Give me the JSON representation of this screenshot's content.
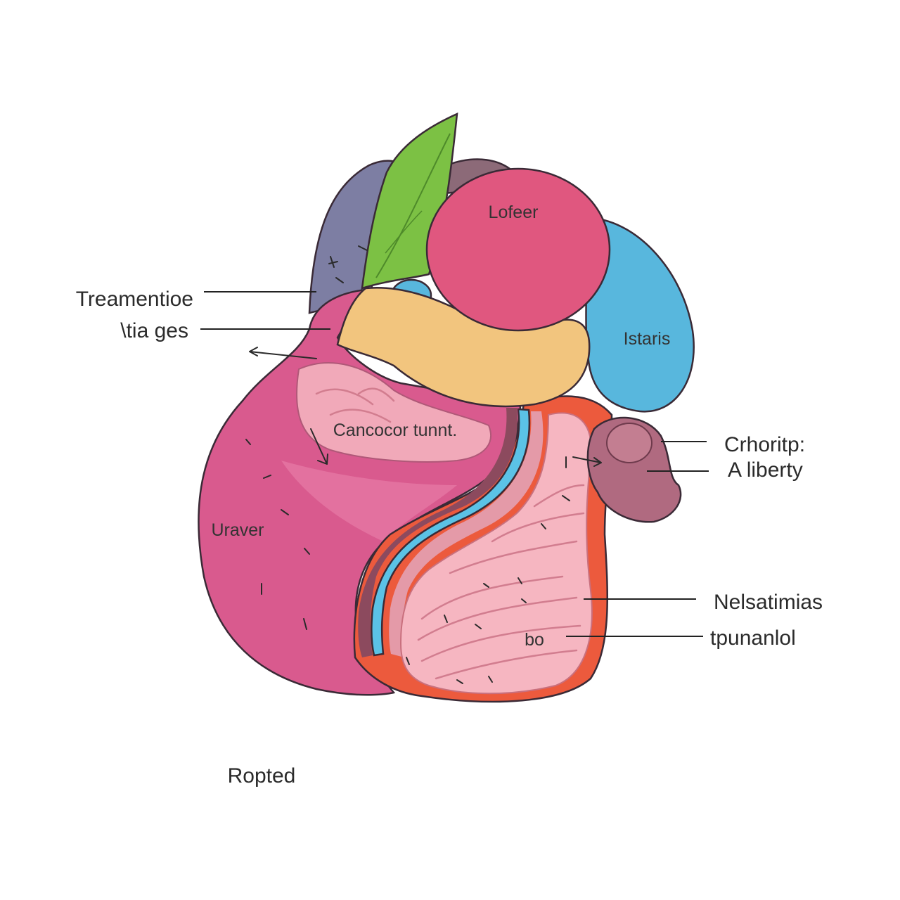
{
  "labels": {
    "top_center": "Lofeer",
    "right_blob": "Istaris",
    "inner_region": "Cancocor tunnt.",
    "left_body": "Uraver",
    "inner_lower": "bo",
    "left_callout_1": "Treamentioe",
    "left_callout_2": "\\tia ges",
    "right_callout_1": "Crhoritp:",
    "right_callout_2": "A liberty",
    "right_callout_3": "Nelsatimias",
    "right_callout_4": "tpunanlol",
    "footer": "Ropted"
  },
  "colors": {
    "main_body": "#d95a8e",
    "top_circle": "#e0577f",
    "green_leaf": "#7cc144",
    "purple_lobe": "#7d7ea3",
    "blue_blob": "#58b7dd",
    "yellow_band": "#f2c57e",
    "orange_rim": "#ec5a3d",
    "pink_inner": "#f6b6c1",
    "small_organ": "#b06a80",
    "blue_stripe": "#5bc2e6"
  }
}
